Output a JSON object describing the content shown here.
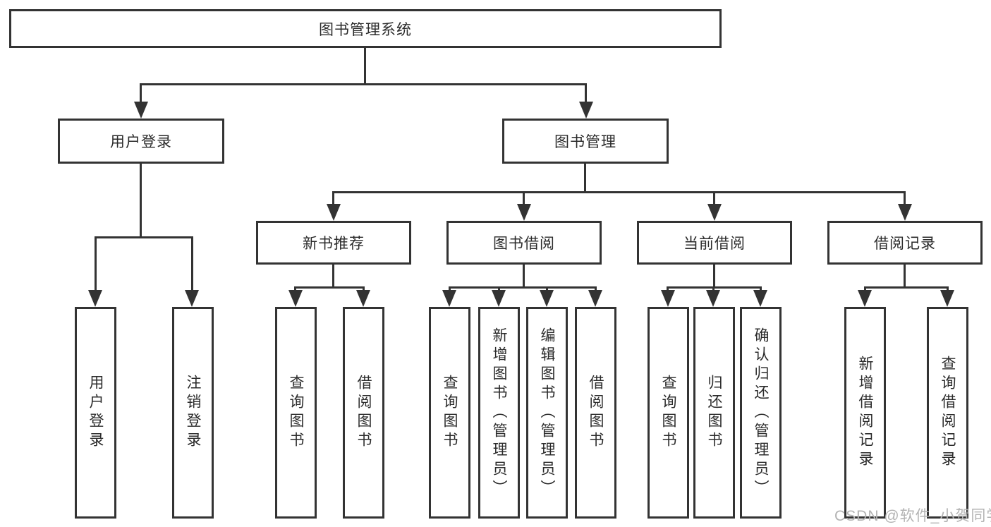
{
  "diagram_title": "图书管理系统",
  "nodes": {
    "root": "图书管理系统",
    "user_login": "用户登录",
    "book_mgmt": "图书管理",
    "new_books": "新书推荐",
    "book_borrow": "图书借阅",
    "current_borrow": "当前借阅",
    "borrow_records": "借阅记录",
    "leaf_user_login": "用户登录",
    "leaf_logout": "注销登录",
    "leaf_nb_query": "查询图书",
    "leaf_nb_borrow": "借阅图书",
    "leaf_bb_query": "查询图书",
    "leaf_bb_add": "新增图书（管理员）",
    "leaf_bb_edit": "编辑图书（管理员）",
    "leaf_bb_borrow": "借阅图书",
    "leaf_cb_query": "查询图书",
    "leaf_cb_return": "归还图书",
    "leaf_cb_confirm": "确认归还（管理员）",
    "leaf_br_add": "新增借阅记录",
    "leaf_br_query": "查询借阅记录"
  },
  "watermark": "CSDN @软件_小贺同学",
  "colors": {
    "line": "#333333",
    "text": "#2b2b2b",
    "watermark": "#b3b3b3",
    "background": "#ffffff"
  }
}
